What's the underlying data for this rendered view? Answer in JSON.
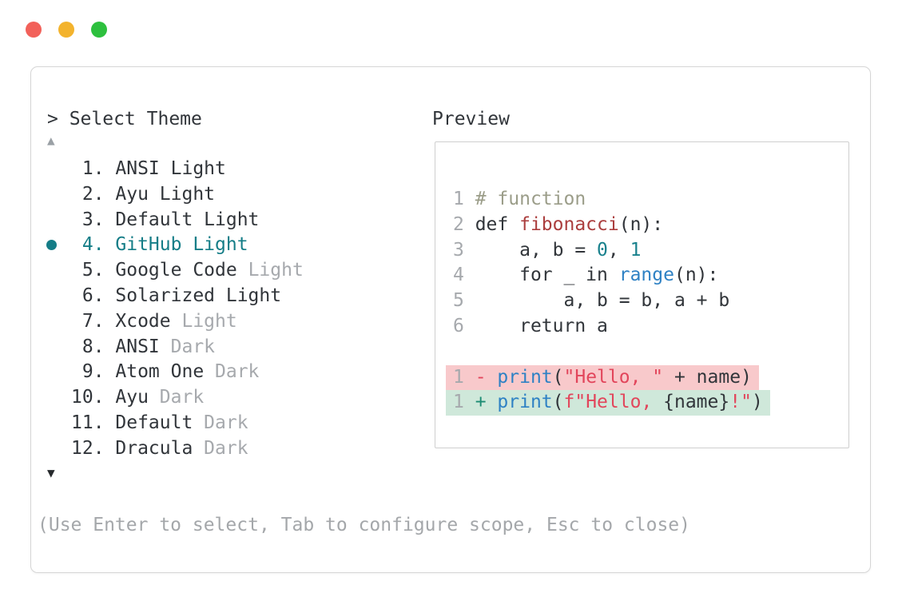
{
  "traffic_lights": [
    {
      "name": "close",
      "color": "#f2615a"
    },
    {
      "name": "minimize",
      "color": "#f3b32d"
    },
    {
      "name": "maximize",
      "color": "#2dc03e"
    }
  ],
  "prompt": "> Select Theme",
  "preview_label": "Preview",
  "scroll_up_icon": "▲",
  "scroll_down_icon": "▼",
  "help_text": "(Use Enter to select, Tab to configure scope, Esc to close)",
  "colors": {
    "dark": "#31353a",
    "gray": "#a6a9ad",
    "teal": "#147d87",
    "comment": "#9b9d89",
    "func": "#ab3e3e",
    "num": "#19818d",
    "blue": "#2e81c4",
    "string": "#e2455b",
    "minus": "#e2455b",
    "plus": "#1c8b72",
    "bg_removed": "#f8c9cb",
    "bg_added": "#cfe8da"
  },
  "theme_list": {
    "items": [
      {
        "num": " 1.",
        "name": "ANSI Light",
        "variant": "",
        "selected": false
      },
      {
        "num": " 2.",
        "name": "Ayu Light",
        "variant": "",
        "selected": false
      },
      {
        "num": " 3.",
        "name": "Default Light",
        "variant": "",
        "selected": false
      },
      {
        "num": " 4.",
        "name": "GitHub Light",
        "variant": "",
        "selected": true
      },
      {
        "num": " 5.",
        "name": "Google Code",
        "variant": " Light",
        "selected": false
      },
      {
        "num": " 6.",
        "name": "Solarized Light",
        "variant": "",
        "selected": false
      },
      {
        "num": " 7.",
        "name": "Xcode",
        "variant": " Light",
        "selected": false
      },
      {
        "num": " 8.",
        "name": "ANSI",
        "variant": " Dark",
        "selected": false
      },
      {
        "num": " 9.",
        "name": "Atom One",
        "variant": " Dark",
        "selected": false
      },
      {
        "num": "10.",
        "name": "Ayu",
        "variant": " Dark",
        "selected": false
      },
      {
        "num": "11.",
        "name": "Default",
        "variant": " Dark",
        "selected": false
      },
      {
        "num": "12.",
        "name": "Dracula",
        "variant": " Dark",
        "selected": false
      }
    ]
  },
  "preview": {
    "code_lines": [
      {
        "n": "1",
        "segs": [
          [
            "# function",
            "comment"
          ]
        ]
      },
      {
        "n": "2",
        "segs": [
          [
            "def ",
            "dark"
          ],
          [
            "fibonacci",
            "func"
          ],
          [
            "(n):",
            "dark"
          ]
        ]
      },
      {
        "n": "3",
        "segs": [
          [
            "    a, b = ",
            "dark"
          ],
          [
            "0",
            "num"
          ],
          [
            ", ",
            "dark"
          ],
          [
            "1",
            "num"
          ]
        ]
      },
      {
        "n": "4",
        "segs": [
          [
            "    for _ in ",
            "dark"
          ],
          [
            "range",
            "blue"
          ],
          [
            "(n):",
            "dark"
          ]
        ]
      },
      {
        "n": "5",
        "segs": [
          [
            "        a, b = b, a + b",
            "dark"
          ]
        ]
      },
      {
        "n": "6",
        "segs": [
          [
            "    return a",
            "dark"
          ]
        ]
      }
    ],
    "diff_lines": [
      {
        "n": "1",
        "type": "removed",
        "segs": [
          [
            "- ",
            "minus"
          ],
          [
            "print",
            "blue"
          ],
          [
            "(",
            "dark"
          ],
          [
            "\"Hello, \"",
            "string"
          ],
          [
            " + name)",
            "dark"
          ]
        ]
      },
      {
        "n": "1",
        "type": "added",
        "segs": [
          [
            "+ ",
            "plus"
          ],
          [
            "print",
            "blue"
          ],
          [
            "(",
            "dark"
          ],
          [
            "f\"Hello, ",
            "string"
          ],
          [
            "{name}",
            "dark"
          ],
          [
            "!\"",
            "string"
          ],
          [
            ")",
            "dark"
          ]
        ]
      }
    ]
  }
}
